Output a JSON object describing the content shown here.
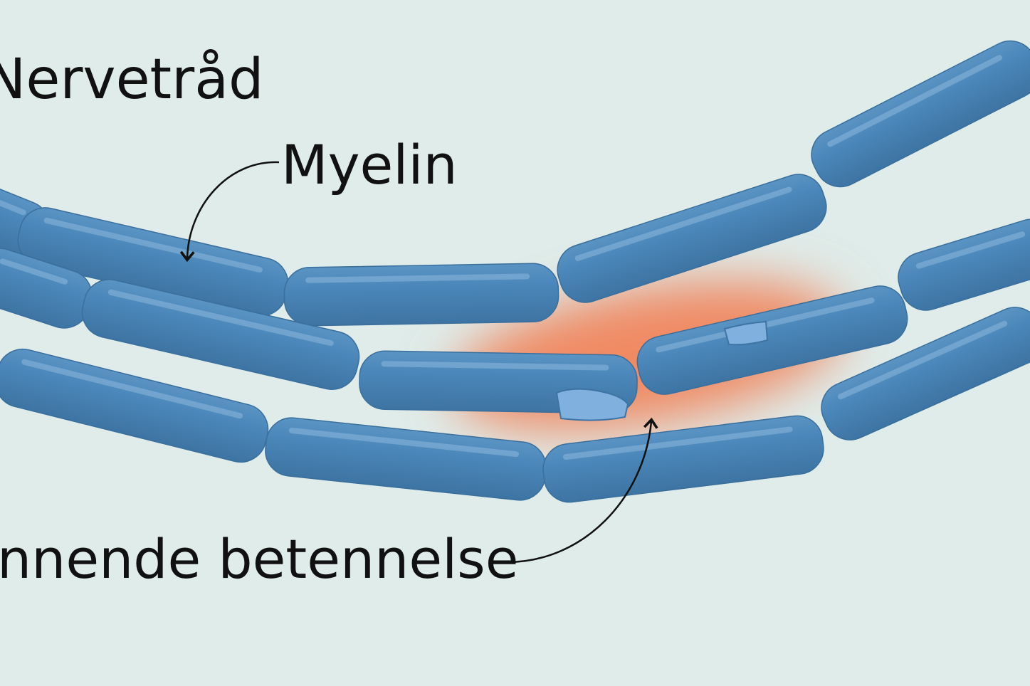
{
  "labels": {
    "nerve_fiber": "Nervetråd",
    "myelin": "Myelin",
    "inflammation": "nnende betennelse"
  },
  "colors": {
    "background": "#dfecea",
    "myelin": "#4a86b8",
    "myelin_highlight": "#8db8dc",
    "inflammation": "#f08a63",
    "damage": "#7fb0de"
  }
}
